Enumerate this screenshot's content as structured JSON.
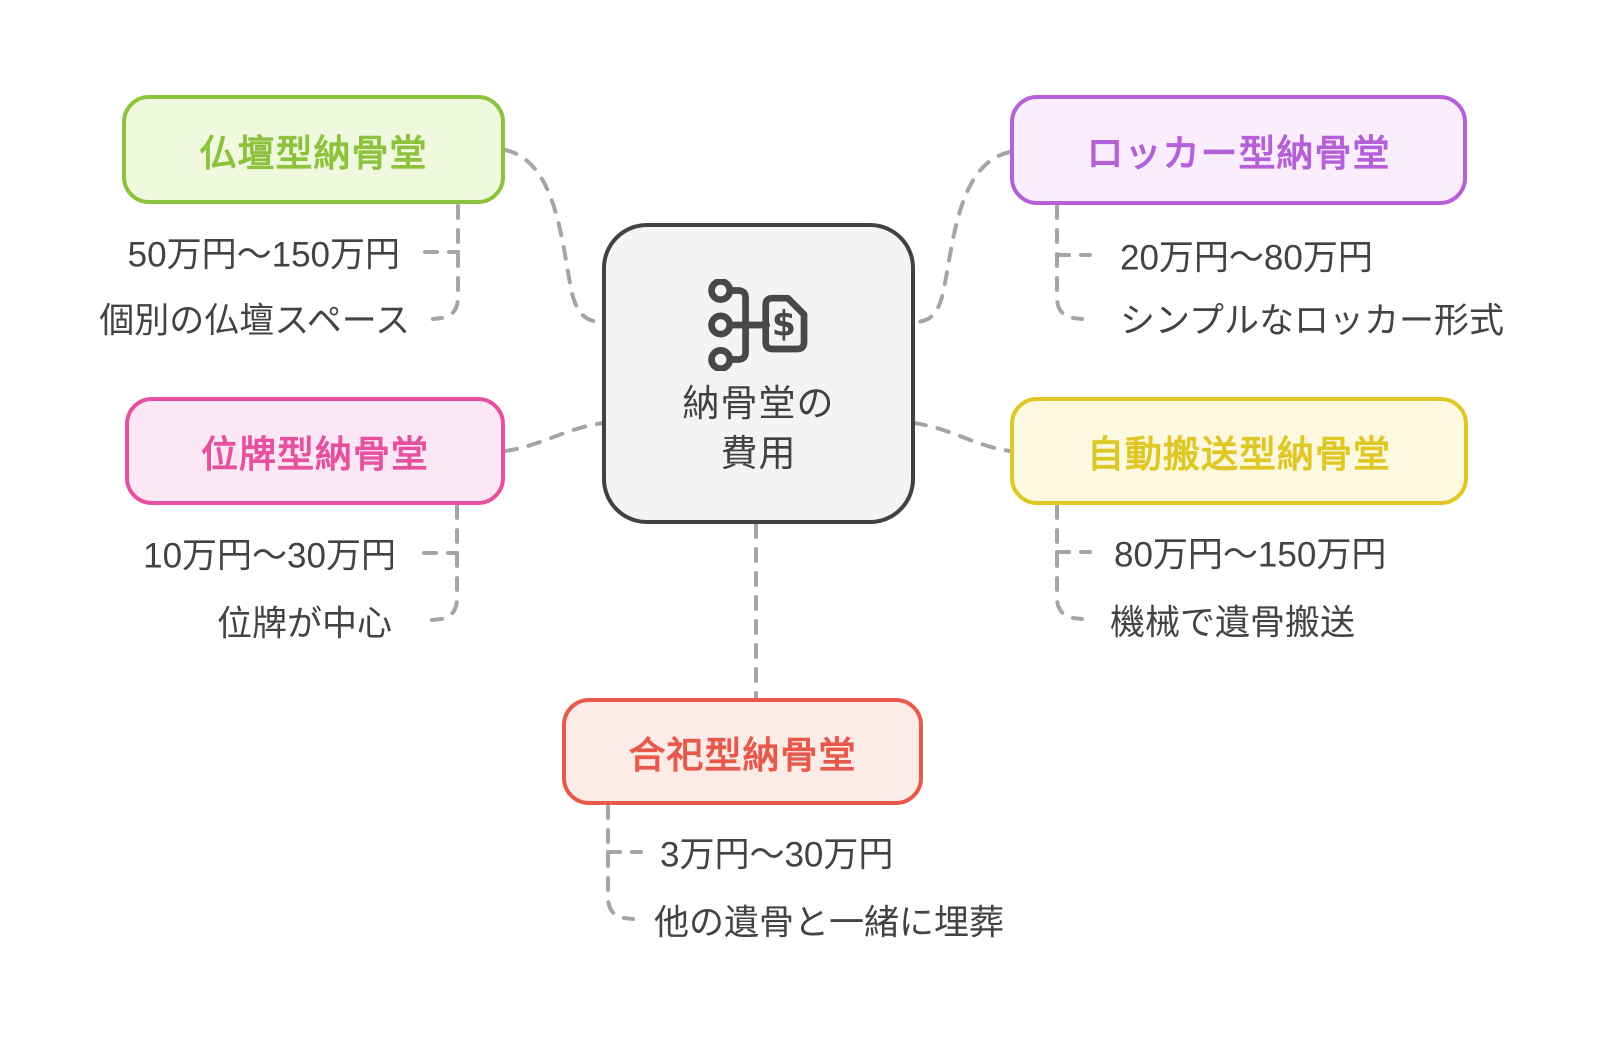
{
  "diagram": {
    "type": "mindmap",
    "background": "#ffffff",
    "connector_style": "dashed"
  },
  "connector_color": "#a5a5a5",
  "detail_text_color": "#414347",
  "center": {
    "title_line1": "納骨堂の",
    "title_line2": "費用",
    "icon": "hierarchy-price-tag-icon",
    "fill": "#f4f4f5",
    "border_color": "#3f4145",
    "text_color": "#3f4145",
    "icon_color": "#484848"
  },
  "nodes": [
    {
      "label": "仏壇型納骨堂",
      "price": "50万円〜150万円",
      "desc": "個別の仏壇スペース",
      "position": "top-left",
      "border_color": "#8cc23c",
      "fill": "#f0f9de",
      "text_color": "#8cc23c"
    },
    {
      "label": "ロッカー型納骨堂",
      "price": "20万円〜80万円",
      "desc": "シンプルなロッカー形式",
      "position": "top-right",
      "border_color": "#b560d8",
      "fill": "#faeefe",
      "text_color": "#b560d8"
    },
    {
      "label": "位牌型納骨堂",
      "price": "10万円〜30万円",
      "desc": "位牌が中心",
      "position": "middle-left",
      "border_color": "#e7509f",
      "fill": "#fce8f4",
      "text_color": "#e7509f"
    },
    {
      "label": "自動搬送型納骨堂",
      "price": "80万円〜150万円",
      "desc": "機械で遺骨搬送",
      "position": "middle-right",
      "border_color": "#dfc825",
      "fill": "#fdf9df",
      "text_color": "#dfc825"
    },
    {
      "label": "合祀型納骨堂",
      "price": "3万円〜30万円",
      "desc": "他の遺骨と一緒に埋葬",
      "position": "bottom-center",
      "border_color": "#e7594b",
      "fill": "#fdebe8",
      "text_color": "#e7594b"
    }
  ]
}
